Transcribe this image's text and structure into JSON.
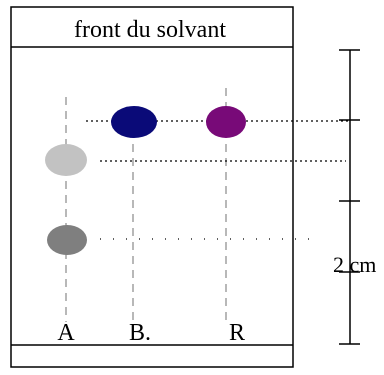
{
  "diagram": {
    "header_label": "front du solvant",
    "scale_label": "2 cm",
    "lanes": [
      {
        "label": "A",
        "spots": [
          {
            "color": "#c2c2c2"
          },
          {
            "color": "#7f7f7f"
          }
        ]
      },
      {
        "label": "B.",
        "spots": [
          {
            "color": "#0a0a78"
          }
        ]
      },
      {
        "label": "R",
        "spots": [
          {
            "color": "#780a78"
          }
        ]
      }
    ],
    "colors": {
      "frame": "#000000",
      "guide": "#a0a0a0",
      "text": "#000000"
    }
  }
}
